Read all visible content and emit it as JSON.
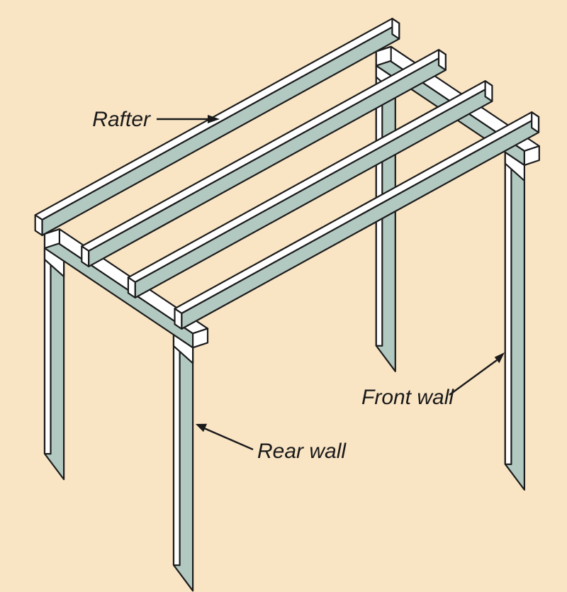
{
  "figure": {
    "type": "isometric construction diagram",
    "subject": "Lean-to roof framing: rafters spanning a taller front wall and a shorter rear wall"
  },
  "labels": {
    "rafter": "Rafter",
    "front_wall": "Front wall",
    "rear_wall": "Rear wall"
  },
  "structure": {
    "rafter_count": 4,
    "rear_wall_posts": 2,
    "front_wall_posts": 2,
    "wall_plates": 2
  },
  "colors": {
    "background": "#F9E4C4",
    "wood_side": "#B2C9C1",
    "wood_top": "#FFFFFF",
    "outline": "#1C1C1C",
    "label_text": "#1A1A1A"
  }
}
